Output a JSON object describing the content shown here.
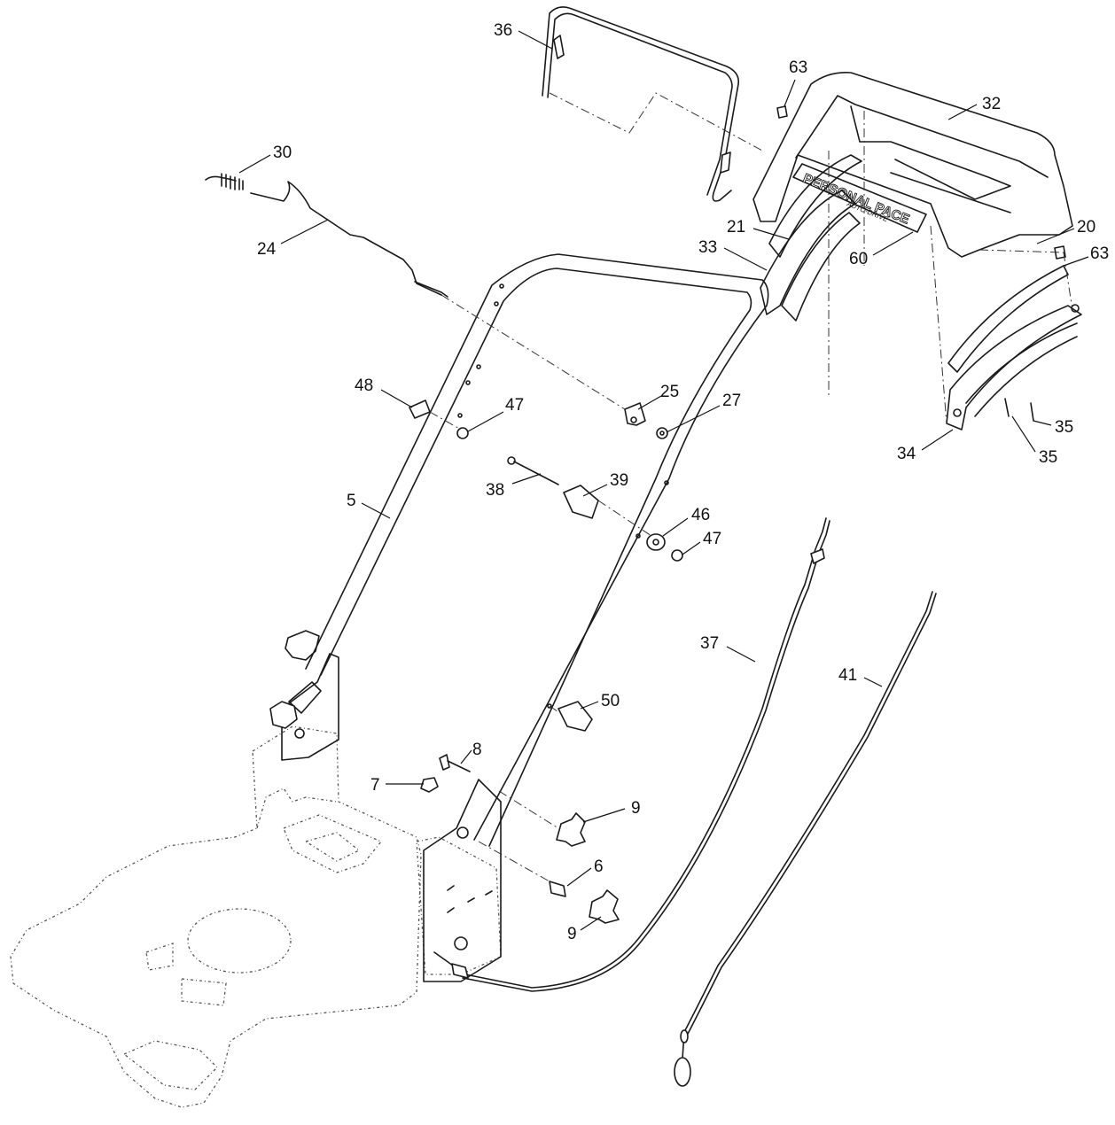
{
  "diagram": {
    "callouts": [
      "36",
      "63",
      "32",
      "30",
      "24",
      "21",
      "20",
      "63",
      "33",
      "60",
      "48",
      "25",
      "27",
      "47",
      "38",
      "39",
      "5",
      "46",
      "47",
      "37",
      "41",
      "35",
      "35",
      "34",
      "50",
      "8",
      "7",
      "9",
      "6",
      "9"
    ],
    "decal": {
      "brand": "PERSONAL PACE",
      "sub": "AUTO-DRIVE"
    }
  }
}
